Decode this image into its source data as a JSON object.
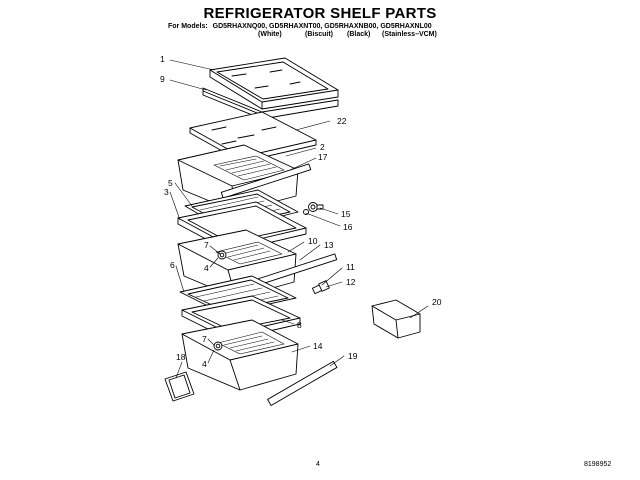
{
  "header": {
    "title": "REFRIGERATOR SHELF PARTS",
    "models_label": "For Models:",
    "models": [
      "GD5RHAXNQ00,",
      "GD5RHAXNT00,",
      "GD5RHAXNB00,",
      "GD5RHAXNL00"
    ],
    "finishes": [
      "(White)",
      "(Biscuit)",
      "(Black)",
      "(Stainless–VCM)"
    ]
  },
  "callouts": {
    "c1": "1",
    "c9": "9",
    "c22": "22",
    "c2": "2",
    "c17": "17",
    "c5": "5",
    "c3": "3",
    "c15": "15",
    "c16": "16",
    "c7a": "7",
    "c4a": "4",
    "c10": "10",
    "c13": "13",
    "c6": "6",
    "c11": "11",
    "c12": "12",
    "c20": "20",
    "c8": "8",
    "c7b": "7",
    "c4b": "4",
    "c14": "14",
    "c18": "18",
    "c19": "19"
  },
  "footer": {
    "page_number": "4",
    "document_number": "8198952"
  }
}
